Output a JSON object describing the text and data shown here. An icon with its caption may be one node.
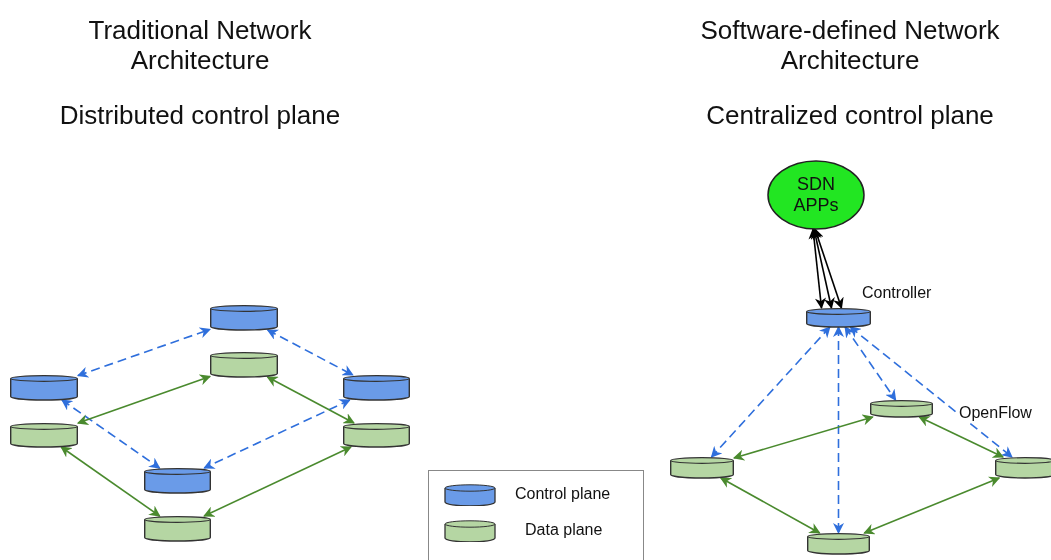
{
  "diagram": {
    "nodes": [
      {
        "text": [],
        "shape": "cylinder"
      },
      {
        "text": [],
        "shape": "cylinder"
      },
      {
        "text": [],
        "shape": "cylinder"
      },
      {
        "text": [],
        "shape": "cylinder"
      },
      {
        "text": [],
        "shape": "cylinder"
      },
      {
        "text": [],
        "shape": "cylinder"
      },
      {
        "text": [],
        "shape": "cylinder"
      },
      {
        "text": [],
        "shape": "cylinder"
      },
      {
        "text": [
          "SDN APPs"
        ]
      },
      {
        "text": [],
        "shape": "cylinder",
        "beside": [
          "Controller"
        ]
      },
      {
        "text": [],
        "shape": "cylinder"
      },
      {
        "text": [],
        "shape": "cylinder"
      },
      {
        "text": [],
        "shape": "cylinder"
      },
      {
        "text": [],
        "shape": "cylinder"
      }
    ],
    "edges": [
      {
        "from": 0,
        "to": 2,
        "arrow": "both",
        "style": "dashed",
        "color": "#2f6fdc"
      },
      {
        "from": 2,
        "to": 4,
        "arrow": "both",
        "style": "dashed",
        "color": "#2f6fdc"
      },
      {
        "from": 0,
        "to": 6,
        "arrow": "both",
        "style": "dashed",
        "color": "#2f6fdc"
      },
      {
        "from": 4,
        "to": 6,
        "arrow": "both",
        "style": "dashed",
        "color": "#2f6fdc"
      },
      {
        "from": 1,
        "to": 3,
        "arrow": "both",
        "color": "#4a8a2e"
      },
      {
        "from": 3,
        "to": 5,
        "arrow": "both",
        "color": "#4a8a2e"
      },
      {
        "from": 1,
        "to": 7,
        "arrow": "both",
        "color": "#4a8a2e"
      },
      {
        "from": 5,
        "to": 7,
        "arrow": "both",
        "color": "#4a8a2e"
      },
      {
        "from": 8,
        "to": 9,
        "arrow": "both",
        "color": "#000000"
      },
      {
        "from": 8,
        "to": 9,
        "arrow": "both",
        "color": "#000000"
      },
      {
        "from": 8,
        "to": 9,
        "arrow": "both",
        "color": "#000000"
      },
      {
        "from": 9,
        "to": 11,
        "arrow": "both",
        "style": "dashed",
        "color": "#2f6fdc"
      },
      {
        "from": 9,
        "to": 13,
        "arrow": "both",
        "style": "dashed",
        "color": "#2f6fdc"
      },
      {
        "from": 9,
        "to": 10,
        "arrow": "both",
        "style": "dashed",
        "color": "#2f6fdc"
      },
      {
        "from": 9,
        "to": 12,
        "arrow": "both",
        "style": "dashed",
        "color": "#2f6fdc",
        "label": "OpenFlow"
      },
      {
        "from": 11,
        "to": 10,
        "arrow": "both",
        "color": "#4a8a2e"
      },
      {
        "from": 10,
        "to": 12,
        "arrow": "both",
        "color": "#4a8a2e"
      },
      {
        "from": 11,
        "to": 13,
        "arrow": "both",
        "color": "#4a8a2e"
      },
      {
        "from": 13,
        "to": 12,
        "arrow": "both",
        "color": "#4a8a2e"
      }
    ],
    "labels": [
      "Traditional Network Architecture",
      "Software-defined Network Architecture",
      "Distributed control plane",
      "Centralized control plane"
    ],
    "legend": [
      {
        "text": "Control plane"
      },
      {
        "text": "Data plane"
      }
    ]
  }
}
